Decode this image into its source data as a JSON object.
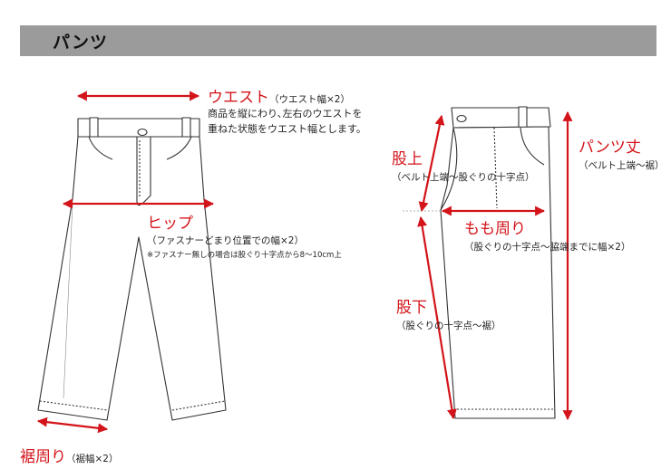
{
  "header": {
    "title": "パンツ"
  },
  "labels": {
    "waist": {
      "title": "ウエスト",
      "sub": "（ウエスト幅×2）",
      "desc1": "商品を縦にわり､左右のウエストを",
      "desc2": "重ねた状態をウエスト幅とします。"
    },
    "hip": {
      "title": "ヒップ",
      "sub": "（ファスナーどまり位置での幅×2）",
      "note": "※ファスナー無しの場合は股ぐり十字点から8〜10cm上"
    },
    "hem": {
      "title": "裾周り",
      "sub": "（裾幅×2）"
    },
    "rise": {
      "title": "股上",
      "sub": "（ベルト上端〜股ぐりの十字点）"
    },
    "thigh": {
      "title": "もも周り",
      "sub": "（股ぐりの十字点〜脇端までに幅×2）"
    },
    "inseam": {
      "title": "股下",
      "sub": "（股ぐりの十字点〜裾）"
    },
    "length": {
      "title": "パンツ丈",
      "sub": "（ベルト上端〜裾）"
    }
  },
  "colors": {
    "accent": "#d3141a",
    "header_bg": "#9b9b9b",
    "line": "#333333"
  }
}
